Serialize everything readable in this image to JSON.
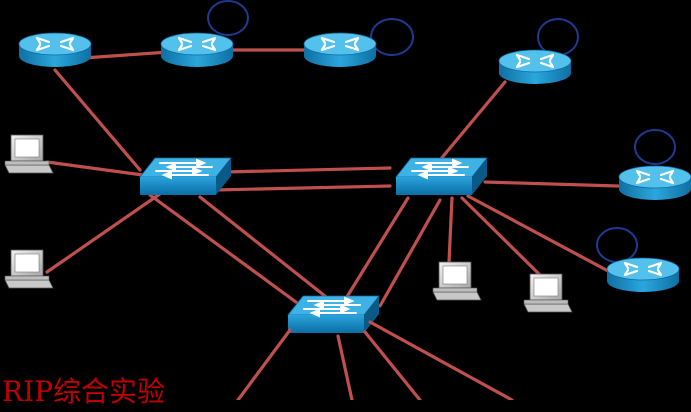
{
  "caption": "RIP综合实验",
  "colors": {
    "background": "#000000",
    "link": "#c0504d",
    "caption": "#c00000",
    "router_body": "#1f9bd4",
    "router_top": "#54c1ec",
    "switch_body": "#1790c9",
    "switch_top": "#3fb2e5",
    "pc_case": "#d9d9d9",
    "loopback_ring": "#1f3a93"
  },
  "icons": {
    "router": "router-icon",
    "switch": "switch-icon",
    "pc": "pc-icon",
    "loopback": "loopback-ring-icon"
  },
  "devices": [
    {
      "id": "r1",
      "type": "router"
    },
    {
      "id": "r2",
      "type": "router",
      "loopback": true
    },
    {
      "id": "r3",
      "type": "router",
      "loopback": true
    },
    {
      "id": "r4",
      "type": "router",
      "loopback": true
    },
    {
      "id": "r5",
      "type": "router",
      "loopback": true
    },
    {
      "id": "r6",
      "type": "router",
      "loopback": true
    },
    {
      "id": "sw1",
      "type": "switch"
    },
    {
      "id": "sw2",
      "type": "switch"
    },
    {
      "id": "sw3",
      "type": "switch"
    },
    {
      "id": "pc1",
      "type": "pc"
    },
    {
      "id": "pc2",
      "type": "pc"
    },
    {
      "id": "pc3",
      "type": "pc"
    },
    {
      "id": "pc4",
      "type": "pc"
    }
  ],
  "links": [
    [
      "r1",
      "r2"
    ],
    [
      "r2",
      "r3"
    ],
    [
      "r1",
      "sw1"
    ],
    [
      "pc1",
      "sw1"
    ],
    [
      "pc2",
      "sw1"
    ],
    [
      "sw1",
      "sw2"
    ],
    [
      "sw1",
      "sw3"
    ],
    [
      "sw2",
      "sw3"
    ],
    [
      "sw2",
      "r4"
    ],
    [
      "sw2",
      "r5"
    ],
    [
      "sw2",
      "r6"
    ],
    [
      "sw2",
      "pc3"
    ],
    [
      "sw2",
      "pc4"
    ]
  ]
}
